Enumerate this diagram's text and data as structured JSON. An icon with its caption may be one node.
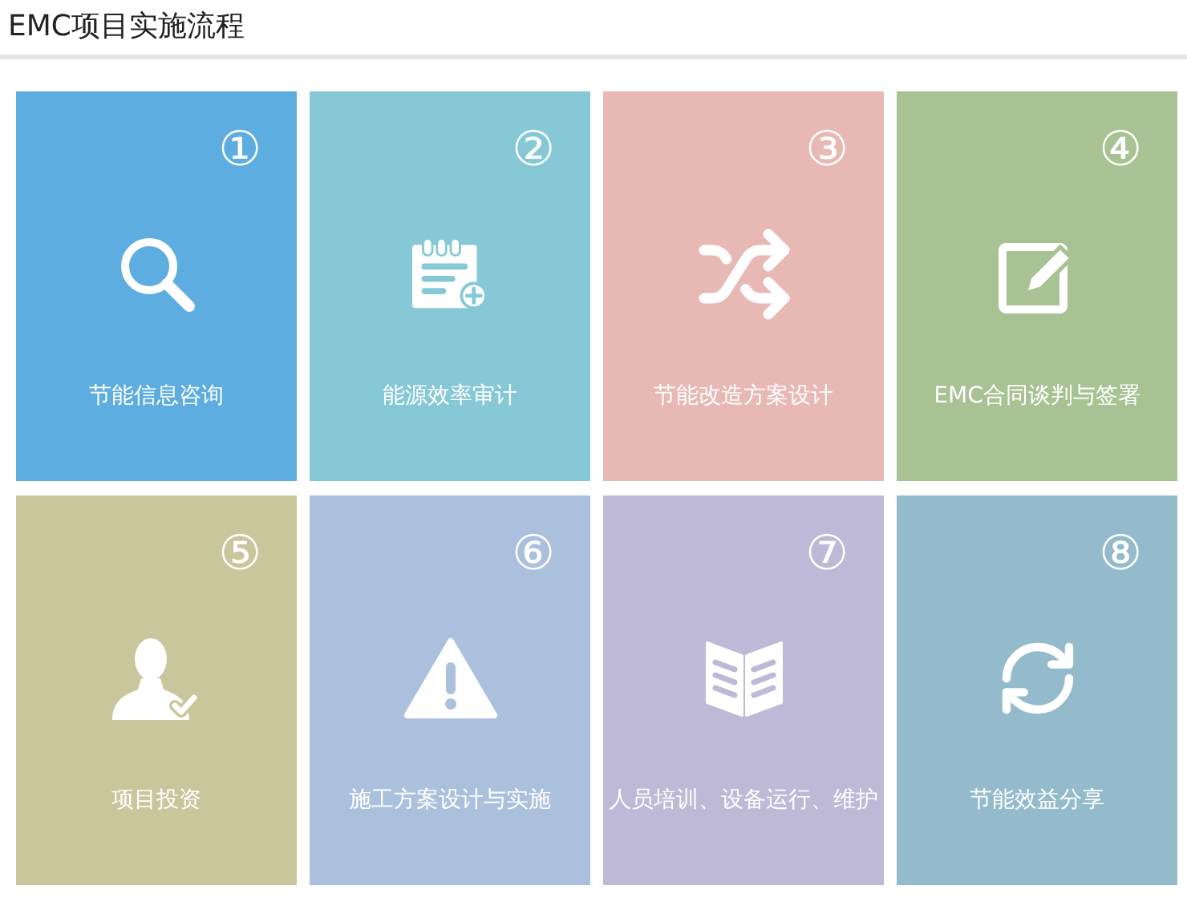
{
  "diagram": {
    "title": "EMC项目实施流程",
    "nodes": [
      {
        "text": [
          "①",
          "节能信息咨询"
        ]
      },
      {
        "text": [
          "②",
          "能源效率审计"
        ]
      },
      {
        "text": [
          "③",
          "节能改造方案设计"
        ]
      },
      {
        "text": [
          "④",
          "EMC合同谈判与签署"
        ]
      },
      {
        "text": [
          "⑤",
          "项目投资"
        ]
      },
      {
        "text": [
          "⑥",
          "施工方案设计与实施"
        ]
      },
      {
        "text": [
          "⑦",
          "人员培训、设备运行、维护"
        ]
      },
      {
        "text": [
          "⑧",
          "节能效益分享"
        ]
      }
    ],
    "edges": []
  }
}
